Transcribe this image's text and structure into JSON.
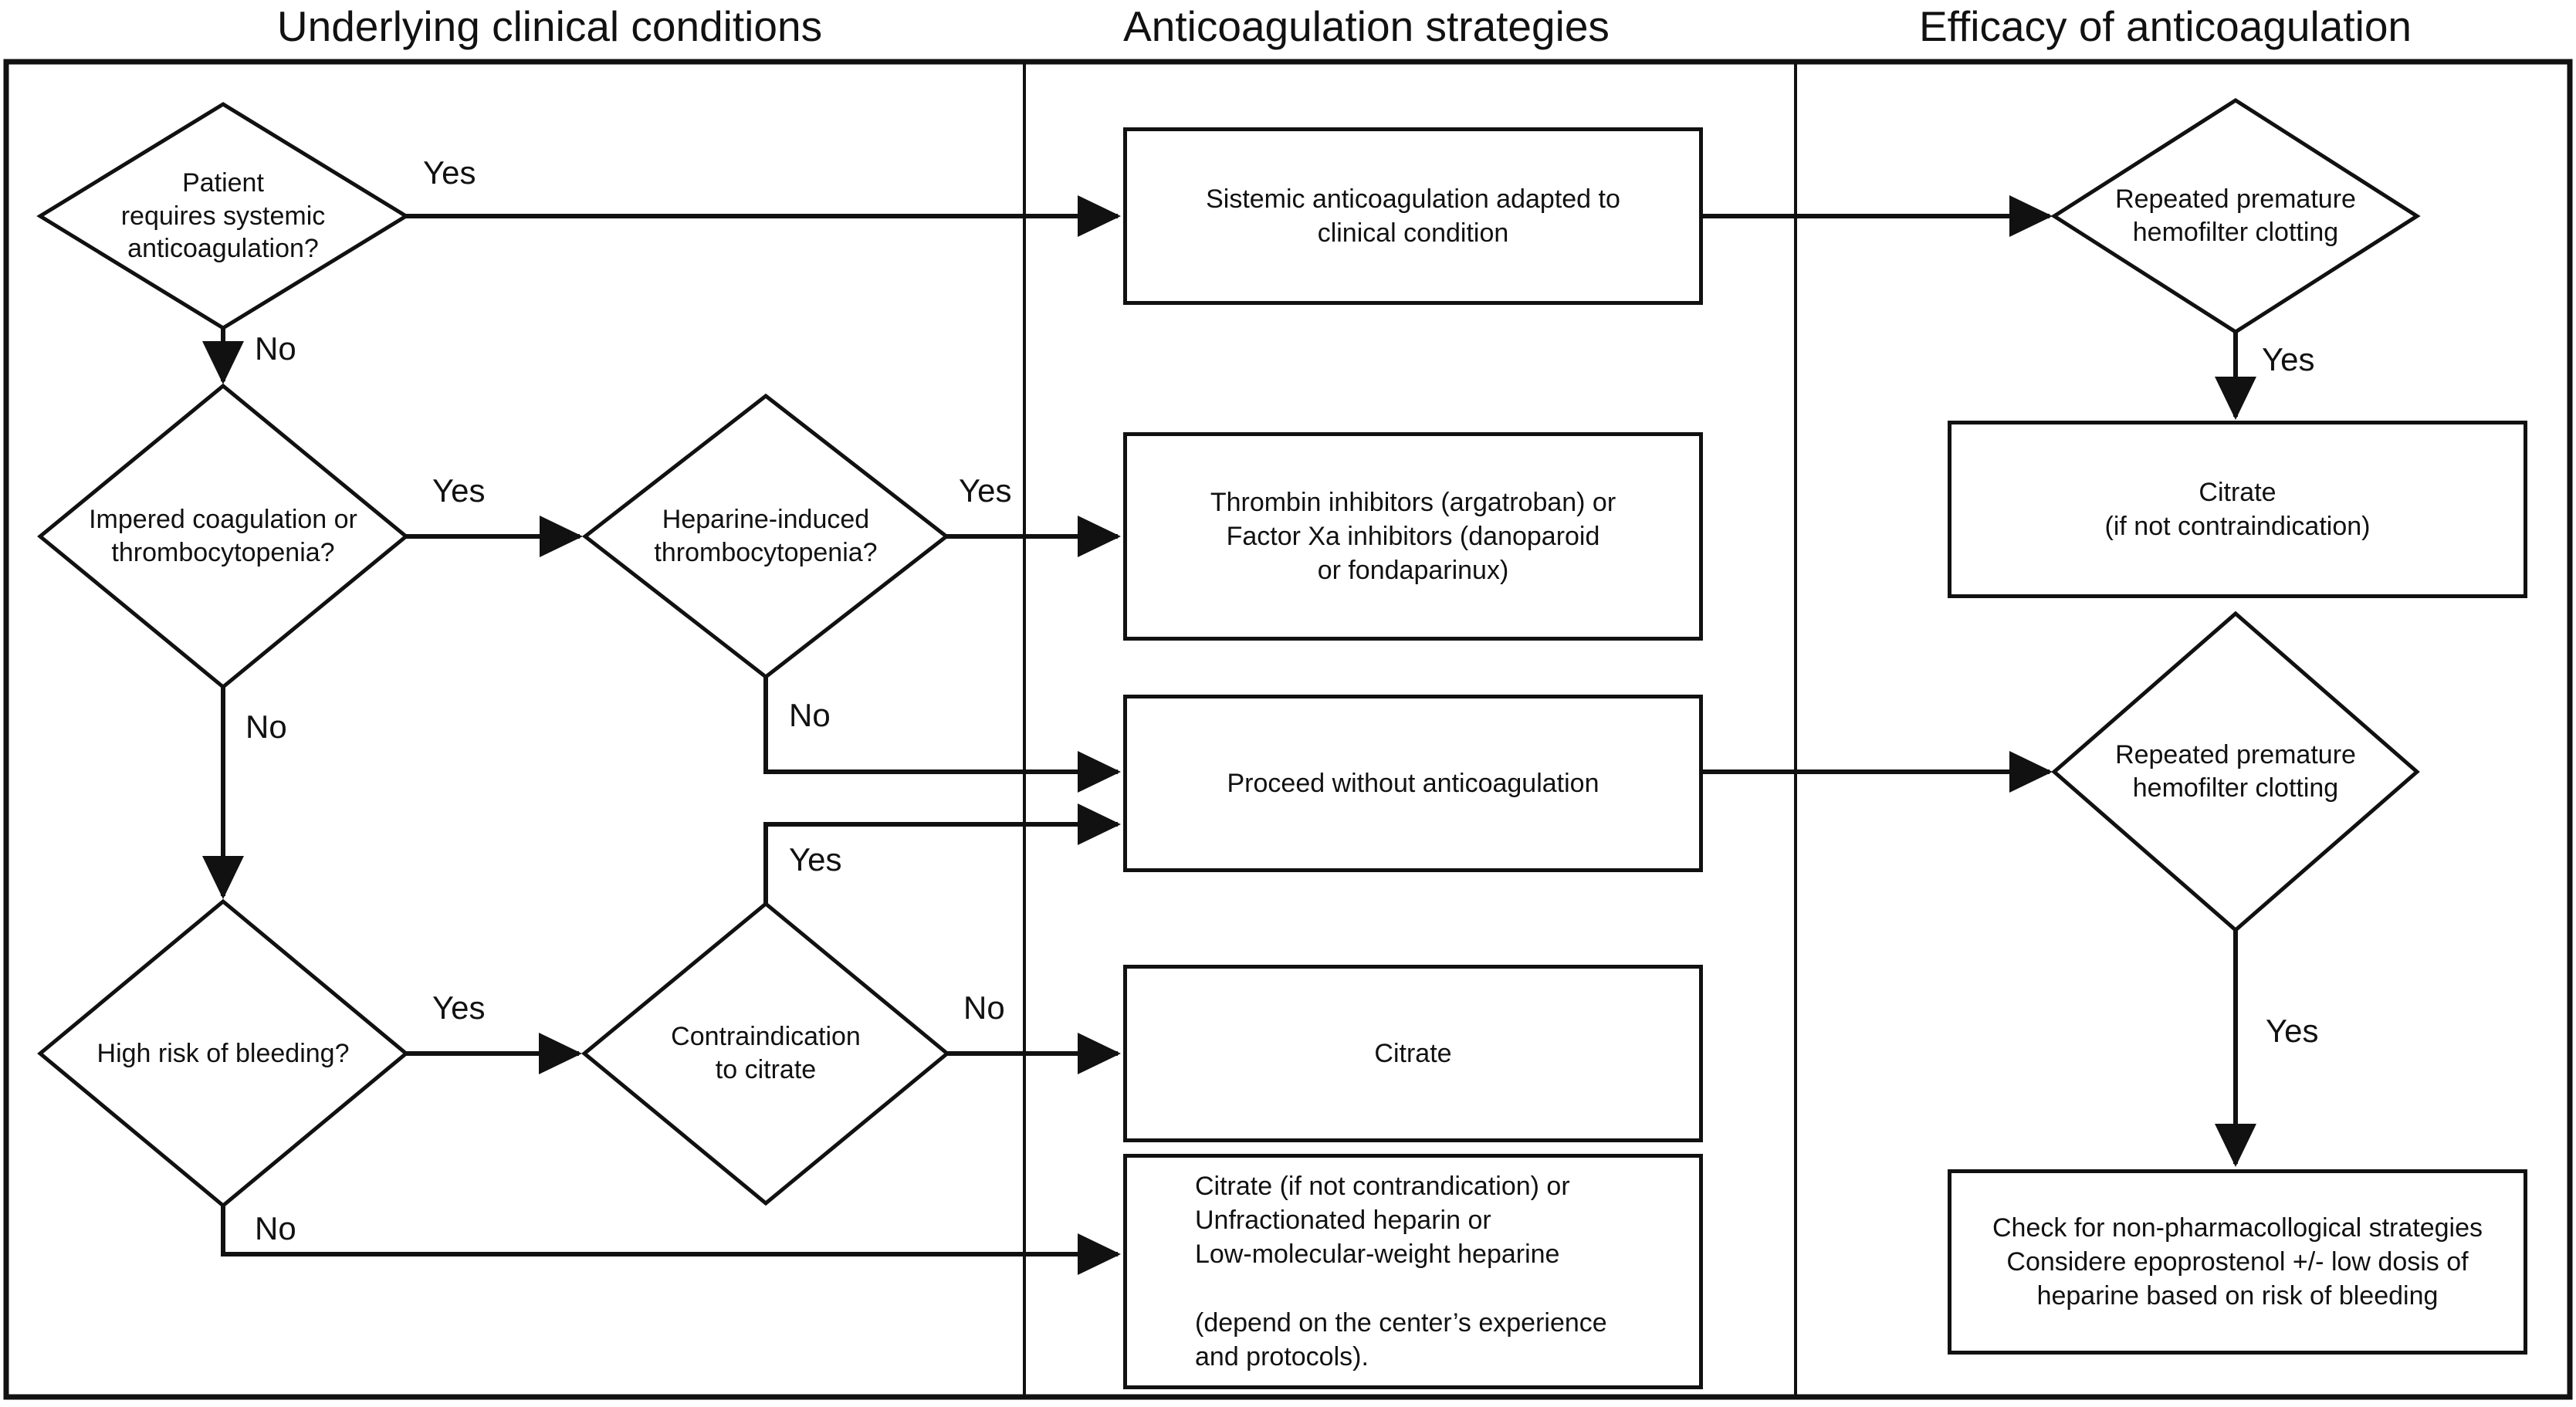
{
  "titles": {
    "col1": "Underlying clinical conditions",
    "col2": "Anticoagulation strategies",
    "col3": "Efficacy of anticoagulation"
  },
  "nodes": {
    "d1": "Patient\nrequires systemic\nanticoagulation?",
    "d2": "Impered coagulation or\nthrombocytopenia?",
    "d3": "Heparine-induced\nthrombocytopenia?",
    "d4": "High risk of bleeding?",
    "d5": "Contraindication\nto citrate",
    "r1": "Repeated premature\nhemofilter clotting",
    "r2": "Repeated premature\nhemofilter clotting",
    "b1": "Sistemic anticoagulation adapted to\nclinical condition",
    "b2": "Thrombin inhibitors (argatroban) or\nFactor Xa inhibitors (danoparoid\nor fondaparinux)",
    "b3": "Proceed without anticoagulation",
    "b4": "Citrate",
    "b5": "Citrate (if not contrandication) or\nUnfractionated heparin or\nLow-molecular-weight heparine\n\n(depend on the center’s experience\nand protocols).",
    "br1": "Citrate\n(if not contraindication)",
    "br2": "Check for non-pharmacollogical strategies\nConsidere epoprostenol +/- low dosis of\nheparine based on risk of bleeding"
  },
  "edges": {
    "d1_yes": "Yes",
    "d1_no": "No",
    "d2_yes": "Yes",
    "d2_no": "No",
    "d3_yes": "Yes",
    "d3_no": "No",
    "d4_yes": "Yes",
    "d4_no": "No",
    "d5_yes": "Yes",
    "d5_no": "No",
    "r1_yes": "Yes",
    "r2_yes": "Yes"
  },
  "colors": {
    "ink": "#111111",
    "background": "#ffffff"
  }
}
